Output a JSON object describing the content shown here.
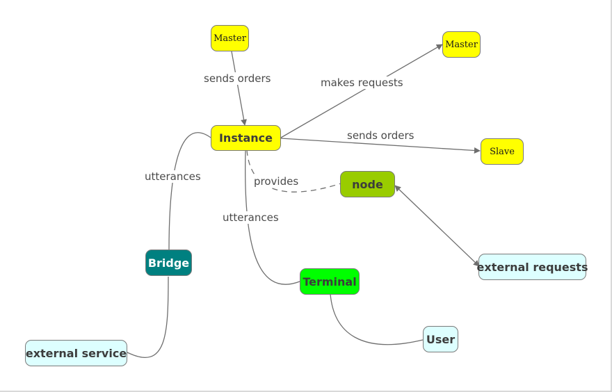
{
  "nodes": {
    "master_top": "Master",
    "master_right": "Master",
    "instance": "Instance",
    "slave": "Slave",
    "node": "node",
    "bridge": "Bridge",
    "terminal": "Terminal",
    "external_requests": "external requests",
    "external_service": "external service",
    "user": "User"
  },
  "edges": {
    "sends_orders_1": "sends orders",
    "makes_requests": "makes requests",
    "sends_orders_2": "sends orders",
    "provides": "provides",
    "utterances_left": "utterances",
    "utterances_center": "utterances"
  },
  "colors": {
    "yellow": "#ffff00",
    "olive_green": "#99cc00",
    "teal": "#008080",
    "bright_green": "#00ff00",
    "light_cyan": "#ddffff",
    "edge": "#6e6e6e"
  }
}
